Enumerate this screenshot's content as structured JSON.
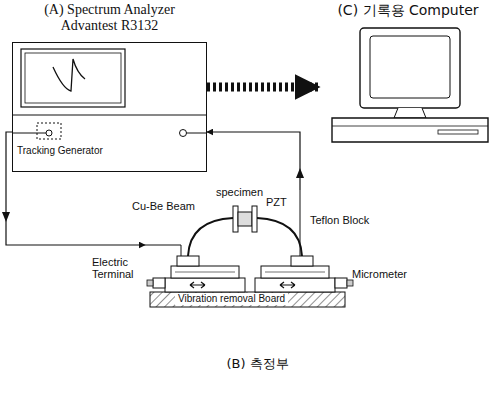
{
  "diagram": {
    "nodes": [
      {
        "text": [
          "(A) Spectrum Analyzer Advantest R3132",
          "Tracking Generator"
        ]
      },
      {
        "text": [
          "(C) 기록용 Computer"
        ]
      },
      {
        "text": [
          "(B) 측정부"
        ]
      }
    ],
    "edges": [
      {
        "from": 0,
        "to": 1,
        "arrow": "to"
      },
      {
        "from": 0,
        "to": 2,
        "arrow": "to"
      },
      {
        "from": 2,
        "to": 0,
        "arrow": "to"
      }
    ],
    "labels": [
      "specimen",
      "PZT",
      "Cu-Be Beam",
      "Teflon Block",
      "Electric Terminal",
      "Micrometer",
      "Vibration removal Board"
    ]
  }
}
